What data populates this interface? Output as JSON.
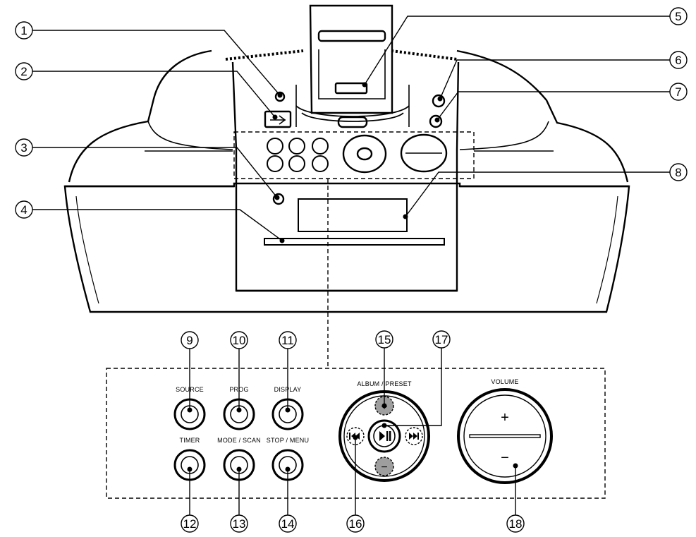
{
  "callouts": [
    {
      "id": "1",
      "text": "1"
    },
    {
      "id": "2",
      "text": "2"
    },
    {
      "id": "3",
      "text": "3"
    },
    {
      "id": "4",
      "text": "4"
    },
    {
      "id": "5",
      "text": "5"
    },
    {
      "id": "6",
      "text": "6"
    },
    {
      "id": "7",
      "text": "7"
    },
    {
      "id": "8",
      "text": "8"
    },
    {
      "id": "9",
      "text": "9"
    },
    {
      "id": "10",
      "text": "10"
    },
    {
      "id": "11",
      "text": "11"
    },
    {
      "id": "12",
      "text": "12"
    },
    {
      "id": "13",
      "text": "13"
    },
    {
      "id": "14",
      "text": "14"
    },
    {
      "id": "15",
      "text": "15"
    },
    {
      "id": "16",
      "text": "16"
    },
    {
      "id": "17",
      "text": "17"
    },
    {
      "id": "18",
      "text": "18"
    }
  ],
  "buttons": {
    "source": "SOURCE",
    "prog": "PROG",
    "display": "DISPLAY",
    "timer": "TIMER",
    "mode_scan": "MODE / SCAN",
    "stop_menu": "STOP / MENU"
  },
  "navigation": {
    "label": "ALBUM / PRESET",
    "plus": "+",
    "minus": "−"
  },
  "volume": {
    "label": "VOLUME",
    "plus": "+",
    "minus": "−"
  },
  "colors": {
    "line": "#000000",
    "highlight": "#9e9e9e",
    "background": "#ffffff"
  }
}
